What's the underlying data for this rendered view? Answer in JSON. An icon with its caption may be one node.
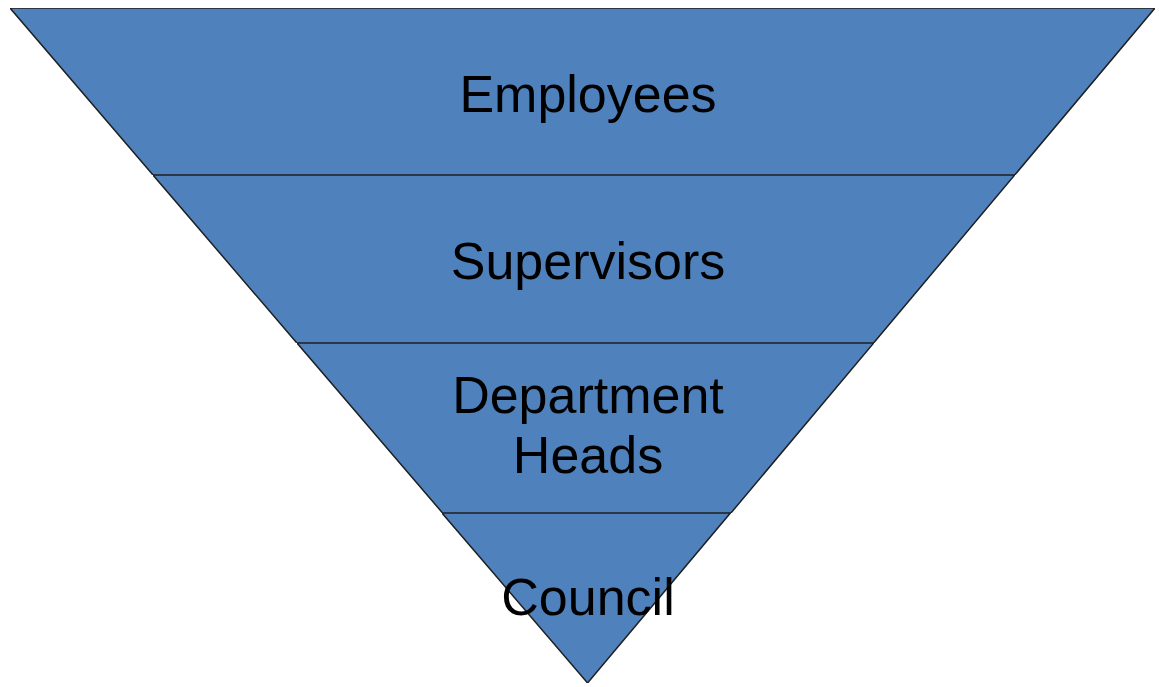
{
  "diagram": {
    "nodes": [
      {
        "text": [
          "Employees"
        ]
      },
      {
        "text": [
          "Supervisors"
        ]
      },
      {
        "text": [
          "Department Heads"
        ]
      },
      {
        "text": [
          "Council"
        ]
      }
    ]
  }
}
